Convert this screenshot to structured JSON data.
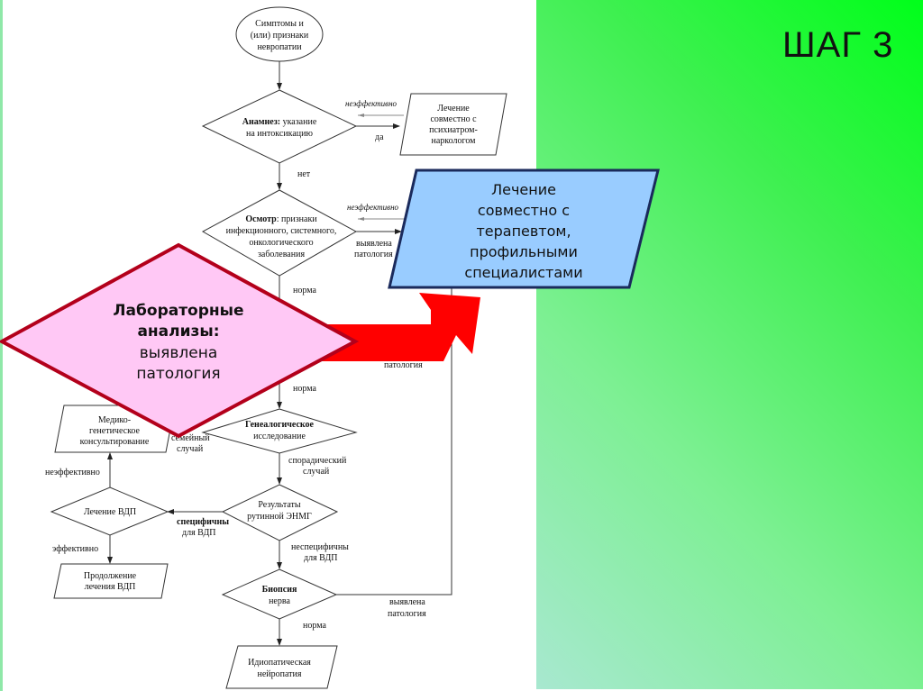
{
  "slide": {
    "step_title": "ШАГ 3",
    "colors": {
      "panel_green": "#00ff1a",
      "highlight_pink": "#ffc8f5",
      "highlight_border": "#b3001b",
      "arrow_red": "#ff0000",
      "box_blue": "#99ccff",
      "box_border": "#1a2a5c"
    }
  },
  "flowchart": {
    "start": [
      "Симптомы и",
      "(или) признаки",
      "невропатии"
    ],
    "anamnesis": {
      "bold": "Анамнез:",
      "rest": "указание",
      "line2": "на интоксикацию"
    },
    "psych_box": [
      "Лечение",
      "совместно с",
      "психиатром-",
      "наркологом"
    ],
    "exam": {
      "bold": "Осмотр",
      "rest": ": признаки",
      "line2": "инфекционного, системного,",
      "line3": "онкологического",
      "line4": "заболевания"
    },
    "genealogy": [
      "Генеалогическое",
      "исследование"
    ],
    "genetic_box": [
      "Медико-",
      "генетическое",
      "консультирование"
    ],
    "enmg": [
      "Результаты",
      "рутинной ЭНМГ"
    ],
    "vdp_treatment": "Лечение ВДП",
    "continue_box": [
      "Продолжение",
      "лечения ВДП"
    ],
    "biopsy": {
      "bold": "Биопсия",
      "line2": "нерва"
    },
    "idiopathic_box": [
      "Идиопатическая",
      "нейропатия"
    ],
    "labels": {
      "ineffective_italic_1": "неэффективно",
      "yes": "да",
      "no": "нет",
      "ineffective_italic_2": "неэффективно",
      "pathology_found": [
        "выявлена",
        "патология"
      ],
      "norm1": "норма",
      "pathology": "патология",
      "norm2": "норма",
      "family_case": [
        "семейный",
        "случай"
      ],
      "sporadic_case": [
        "спорадический",
        "случай"
      ],
      "ineffective": "неэффективно",
      "specific": [
        "специфичны",
        "для ВДП"
      ],
      "nonspecific": [
        "неспецифичны",
        "для ВДП"
      ],
      "effective": "эффективно",
      "biopsy_pathology": [
        "выявлена",
        "патология"
      ],
      "norm3": "норма"
    }
  },
  "overlay": {
    "lab_diamond": {
      "line1": "Лабораторные",
      "line2": "анализы:",
      "line3": "выявлена",
      "line4": "патология"
    },
    "therapist_box": [
      "Лечение",
      "совместно с",
      "терапевтом,",
      "профильными",
      "специалистами"
    ]
  }
}
